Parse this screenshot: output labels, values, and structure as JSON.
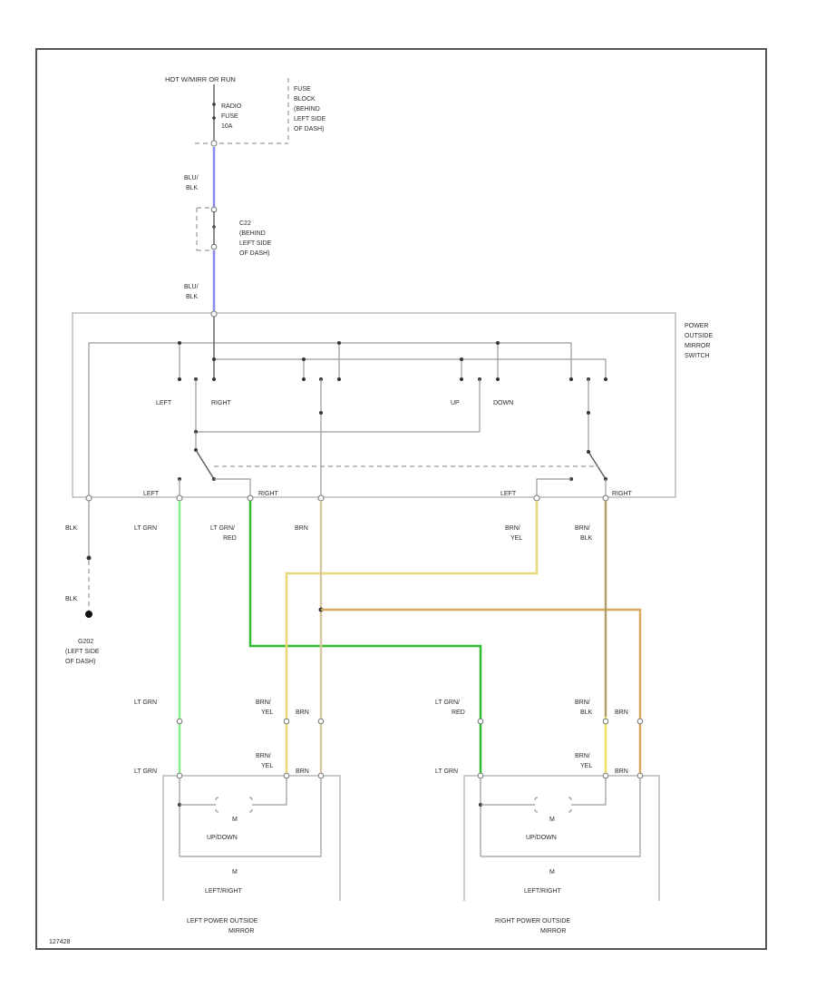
{
  "power_source": "HOT W/MIRR OR RUN",
  "fuse": {
    "line1": "RADIO",
    "line2": "FUSE",
    "line3": "10A"
  },
  "fuse_block": {
    "line1": "FUSE",
    "line2": "BLOCK",
    "line3": "(BEHIND",
    "line4": "LEFT SIDE",
    "line5": "OF DASH)"
  },
  "connector_c22": {
    "line1": "C22",
    "line2": "(BEHIND",
    "line3": "LEFT SIDE",
    "line4": "OF DASH)"
  },
  "wire_blu_blk_1": {
    "line1": "BLU/",
    "line2": "BLK"
  },
  "wire_blu_blk_2": {
    "line1": "BLU/",
    "line2": "BLK"
  },
  "switch": {
    "title": {
      "line1": "POWER",
      "line2": "OUTSIDE",
      "line3": "MIRROR",
      "line4": "SWITCH"
    },
    "left": "LEFT",
    "right": "RIGHT",
    "up": "UP",
    "down": "DOWN",
    "out_left": "LEFT",
    "out_right": "RIGHT",
    "out_left2": "LEFT",
    "out_right2": "RIGHT"
  },
  "wires": {
    "blk_top": "BLK",
    "blk_bot": "BLK",
    "lt_grn": "LT GRN",
    "lt_grn_red": {
      "line1": "LT GRN/",
      "line2": "RED"
    },
    "brn": "BRN",
    "brn_yel": {
      "line1": "BRN/",
      "line2": "YEL"
    },
    "brn_blk": {
      "line1": "BRN/",
      "line2": "BLK"
    }
  },
  "ground": {
    "line1": "G202",
    "line2": "(LEFT SIDE",
    "line3": "OF DASH)"
  },
  "left_mirror": {
    "c_lt_grn": "LT GRN",
    "c_brn_yel": {
      "line1": "BRN/",
      "line2": "YEL"
    },
    "c_brn": "BRN",
    "m_lt_grn": "LT GRN",
    "m_brn_yel": {
      "line1": "BRN/",
      "line2": "YEL"
    },
    "m_brn": "BRN",
    "motor_ud": "M",
    "label_ud": "UP/DOWN",
    "motor_lr": "M",
    "label_lr": "LEFT/RIGHT",
    "name": {
      "line1": "LEFT POWER OUTSIDE",
      "line2": "MIRROR"
    }
  },
  "right_mirror": {
    "c_lt_grn_red": {
      "line1": "LT GRN/",
      "line2": "RED"
    },
    "c_brn_blk": {
      "line1": "BRN/",
      "line2": "BLK"
    },
    "c_brn": "BRN",
    "m_lt_grn": "LT GRN",
    "m_brn_yel": {
      "line1": "BRN/",
      "line2": "YEL"
    },
    "m_brn": "BRN",
    "motor_ud": "M",
    "label_ud": "UP/DOWN",
    "motor_lr": "M",
    "label_lr": "LEFT/RIGHT",
    "name": {
      "line1": "RIGHT POWER OUTSIDE",
      "line2": "MIRROR"
    }
  },
  "figure_id": "127428",
  "colors": {
    "blu_blk": "#8888ee",
    "lt_grn": "#88ee88",
    "lt_grn_red": "#33bb33",
    "brn_yel": "#e8d878",
    "brn": "#d8c8a0",
    "brn_blk": "#b0a070",
    "brn_orange": "#d8a860",
    "yellow": "#e8e060"
  }
}
